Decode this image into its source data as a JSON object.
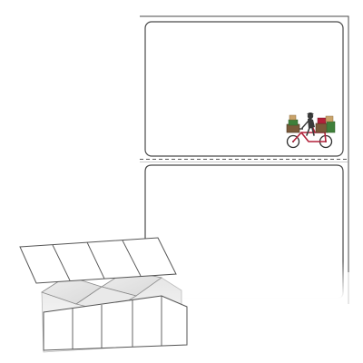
{
  "product": {
    "label_count_per_sheet": 2,
    "label_shape": "rounded-rectangle",
    "perforation_between_labels": true,
    "fanfold_stack_visible": true,
    "sample_artwork": "delivery-bike-with-packages",
    "colors": {
      "label_outline": "#4a4a4a",
      "perforation": "#5a5a5a",
      "bike_frame": "#b3213a",
      "package_green": "#3f7f3a",
      "package_brown": "#7a5a3a",
      "courier": "#3a3a3a"
    }
  }
}
